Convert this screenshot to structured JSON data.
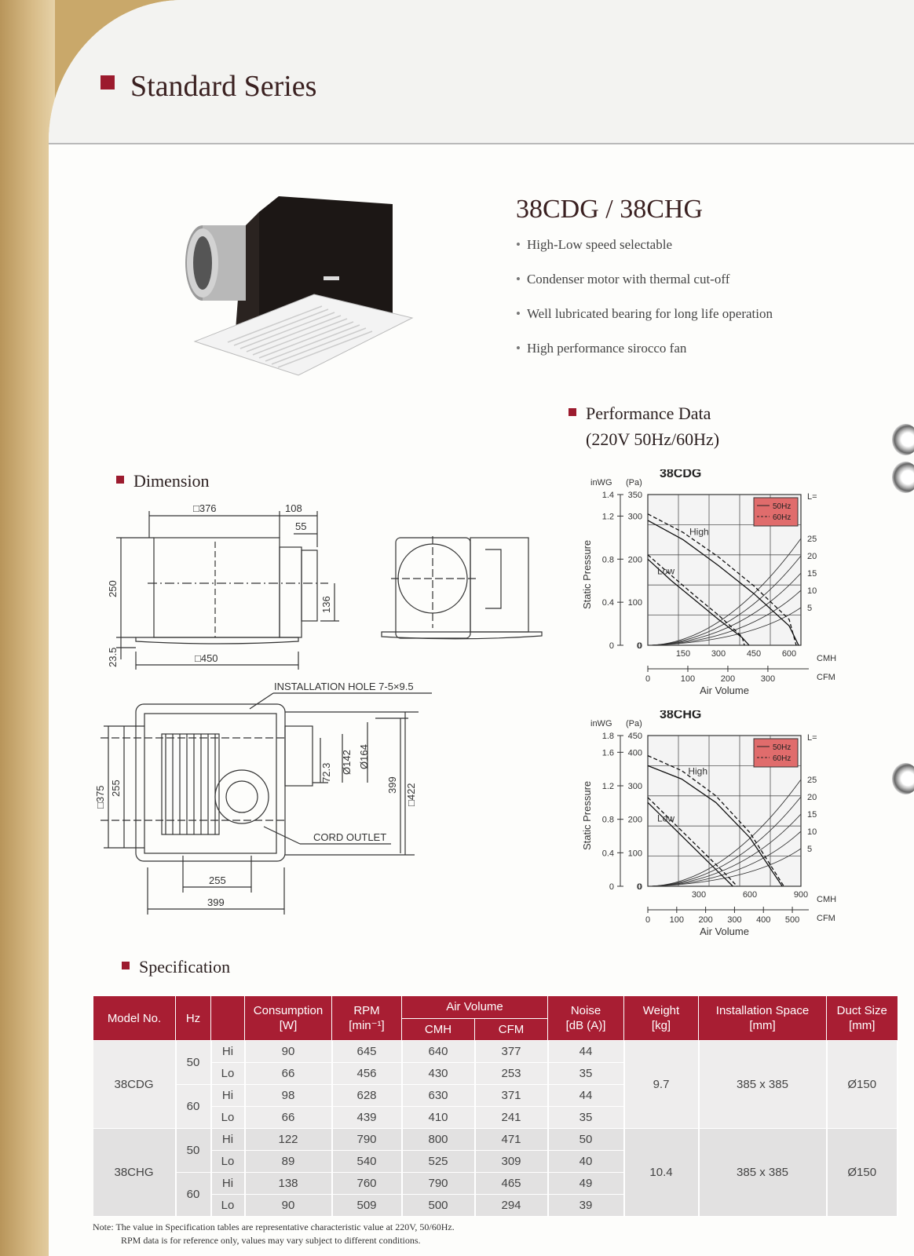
{
  "header": {
    "series_title": "Standard Series"
  },
  "product": {
    "model_title": "38CDG / 38CHG",
    "features": [
      "High-Low speed selectable",
      "Condenser motor with thermal cut-off",
      "Well lubricated bearing for long life operation",
      "High performance sirocco fan"
    ]
  },
  "performance": {
    "title": "Performance Data",
    "subtitle": "(220V 50Hz/60Hz)"
  },
  "dimension": {
    "title": "Dimension",
    "labels": {
      "d376": "□376",
      "d108": "108",
      "d55": "55",
      "d250": "250",
      "d136": "136",
      "d23_5": "23.5",
      "d450": "□450",
      "install_hole": "INSTALLATION HOLE 7-5×9.5",
      "d375": "□375",
      "d255v": "255",
      "d72_3": "72.3",
      "d142": "Ø142",
      "d164": "Ø164",
      "d399v": "399",
      "d422": "□422",
      "cord_outlet": "CORD OUTLET",
      "d255h": "255",
      "d399h": "399"
    }
  },
  "chart_data": [
    {
      "type": "line",
      "title": "38CDG",
      "ylabel": "Static Pressure",
      "xlabel": "Air Volume",
      "y_unit_left": "inWG",
      "y_unit_right": "(Pa)",
      "y_ticks_pa": [
        "0",
        "100",
        "200",
        "300",
        "350"
      ],
      "y_ticks_inwg": [
        "0",
        "0.4",
        "0.8",
        "1.2",
        "1.4"
      ],
      "x_ticks_cmh": [
        "150",
        "300",
        "450",
        "600"
      ],
      "x_unit_cmh": "CMH",
      "x_ticks_cfm": [
        "0",
        "100",
        "200",
        "300"
      ],
      "x_unit_cfm": "CFM",
      "xlim_cmh": [
        0,
        650
      ],
      "ylim_pa": [
        0,
        350
      ],
      "legend": [
        "50Hz",
        "60Hz"
      ],
      "legend_position": "top-right",
      "duct_label": "L=",
      "duct_ticks": [
        "25",
        "20",
        "15",
        "10",
        "5"
      ],
      "curve_labels": [
        "High",
        "Low"
      ],
      "series": [
        {
          "name": "High",
          "line": "solid",
          "x": [
            0,
            150,
            300,
            450,
            600,
            640
          ],
          "y": [
            290,
            245,
            185,
            120,
            45,
            0
          ]
        },
        {
          "name": "High",
          "line": "dashed",
          "x": [
            0,
            150,
            300,
            450,
            600,
            630
          ],
          "y": [
            305,
            262,
            205,
            138,
            60,
            0
          ]
        },
        {
          "name": "Low",
          "line": "solid",
          "x": [
            0,
            100,
            200,
            300,
            400,
            430
          ],
          "y": [
            200,
            150,
            105,
            60,
            18,
            0
          ]
        },
        {
          "name": "Low",
          "line": "dashed",
          "x": [
            0,
            100,
            200,
            300,
            400,
            410
          ],
          "y": [
            210,
            162,
            115,
            70,
            20,
            0
          ]
        }
      ]
    },
    {
      "type": "line",
      "title": "38CHG",
      "ylabel": "Static Pressure",
      "xlabel": "Air Volume",
      "y_unit_left": "inWG",
      "y_unit_right": "(Pa)",
      "y_ticks_pa": [
        "0",
        "100",
        "200",
        "300",
        "400",
        "450"
      ],
      "y_ticks_inwg": [
        "0",
        "0.4",
        "0.8",
        "1.2",
        "1.6",
        "1.8"
      ],
      "x_ticks_cmh": [
        "300",
        "600",
        "900"
      ],
      "x_unit_cmh": "CMH",
      "x_ticks_cfm": [
        "0",
        "100",
        "200",
        "300",
        "400",
        "500"
      ],
      "x_unit_cfm": "CFM",
      "xlim_cmh": [
        0,
        900
      ],
      "ylim_pa": [
        0,
        450
      ],
      "legend": [
        "50Hz",
        "60Hz"
      ],
      "legend_position": "top-right",
      "duct_label": "L=",
      "duct_ticks": [
        "25",
        "20",
        "15",
        "10",
        "5"
      ],
      "curve_labels": [
        "High",
        "Low"
      ],
      "series": [
        {
          "name": "High",
          "line": "solid",
          "x": [
            0,
            200,
            400,
            600,
            790
          ],
          "y": [
            360,
            320,
            250,
            145,
            0
          ]
        },
        {
          "name": "High",
          "line": "dashed",
          "x": [
            0,
            200,
            400,
            600,
            800
          ],
          "y": [
            390,
            345,
            270,
            160,
            0
          ]
        },
        {
          "name": "Low",
          "line": "solid",
          "x": [
            0,
            150,
            300,
            450,
            500
          ],
          "y": [
            250,
            175,
            100,
            25,
            0
          ]
        },
        {
          "name": "Low",
          "line": "dashed",
          "x": [
            0,
            150,
            300,
            450,
            525
          ],
          "y": [
            265,
            190,
            115,
            40,
            0
          ]
        }
      ]
    }
  ],
  "specification": {
    "title": "Specification",
    "headers": {
      "model": "Model No.",
      "hz": "Hz",
      "consumption": "Consumption",
      "consumption_unit": "[W]",
      "rpm": "RPM",
      "rpm_unit": "[min⁻¹]",
      "air_volume": "Air Volume",
      "cmh": "CMH",
      "cfm": "CFM",
      "noise": "Noise",
      "noise_unit": "[dB (A)]",
      "weight": "Weight",
      "weight_unit": "[kg]",
      "install": "Installation Space",
      "install_unit": "[mm]",
      "duct": "Duct Size",
      "duct_unit": "[mm]"
    },
    "models": [
      {
        "model": "38CDG",
        "weight": "9.7",
        "space": "385 x 385",
        "duct": "Ø150",
        "groups": [
          {
            "hz": "50",
            "rows": [
              {
                "speed": "Hi",
                "w": "90",
                "rpm": "645",
                "cmh": "640",
                "cfm": "377",
                "db": "44"
              },
              {
                "speed": "Lo",
                "w": "66",
                "rpm": "456",
                "cmh": "430",
                "cfm": "253",
                "db": "35"
              }
            ]
          },
          {
            "hz": "60",
            "rows": [
              {
                "speed": "Hi",
                "w": "98",
                "rpm": "628",
                "cmh": "630",
                "cfm": "371",
                "db": "44"
              },
              {
                "speed": "Lo",
                "w": "66",
                "rpm": "439",
                "cmh": "410",
                "cfm": "241",
                "db": "35"
              }
            ]
          }
        ]
      },
      {
        "model": "38CHG",
        "weight": "10.4",
        "space": "385 x 385",
        "duct": "Ø150",
        "groups": [
          {
            "hz": "50",
            "rows": [
              {
                "speed": "Hi",
                "w": "122",
                "rpm": "790",
                "cmh": "800",
                "cfm": "471",
                "db": "50"
              },
              {
                "speed": "Lo",
                "w": "89",
                "rpm": "540",
                "cmh": "525",
                "cfm": "309",
                "db": "40"
              }
            ]
          },
          {
            "hz": "60",
            "rows": [
              {
                "speed": "Hi",
                "w": "138",
                "rpm": "760",
                "cmh": "790",
                "cfm": "465",
                "db": "49"
              },
              {
                "speed": "Lo",
                "w": "90",
                "rpm": "509",
                "cmh": "500",
                "cfm": "294",
                "db": "39"
              }
            ]
          }
        ]
      }
    ],
    "note_lines": [
      "Note: The value in Specification tables are representative characteristic value at 220V, 50/60Hz.",
      "RPM data is for reference only, values may vary subject to different conditions."
    ]
  },
  "colors": {
    "accent": "#a81e33",
    "legend_fill": "#e06c6c"
  }
}
